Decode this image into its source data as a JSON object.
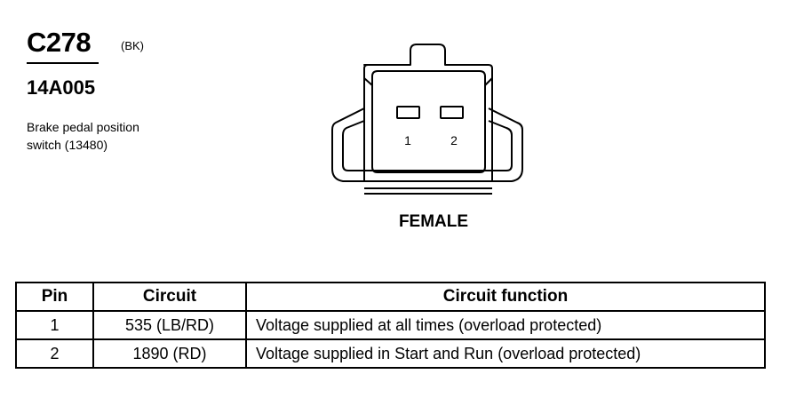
{
  "connector": {
    "id": "C278",
    "color": "(BK)",
    "part_number": "14A005",
    "description_lines": [
      "Brake pedal position",
      "switch (13480)"
    ],
    "pins_shown": [
      "1",
      "2"
    ],
    "gender": "FEMALE"
  },
  "table": {
    "headers": {
      "pin": "Pin",
      "circuit": "Circuit",
      "function": "Circuit function"
    },
    "rows": [
      {
        "pin": "1",
        "circuit": "535 (LB/RD)",
        "function": "Voltage supplied at all times (overload protected)"
      },
      {
        "pin": "2",
        "circuit": "1890 (RD)",
        "function": "Voltage supplied in Start and Run (overload protected)"
      }
    ]
  }
}
